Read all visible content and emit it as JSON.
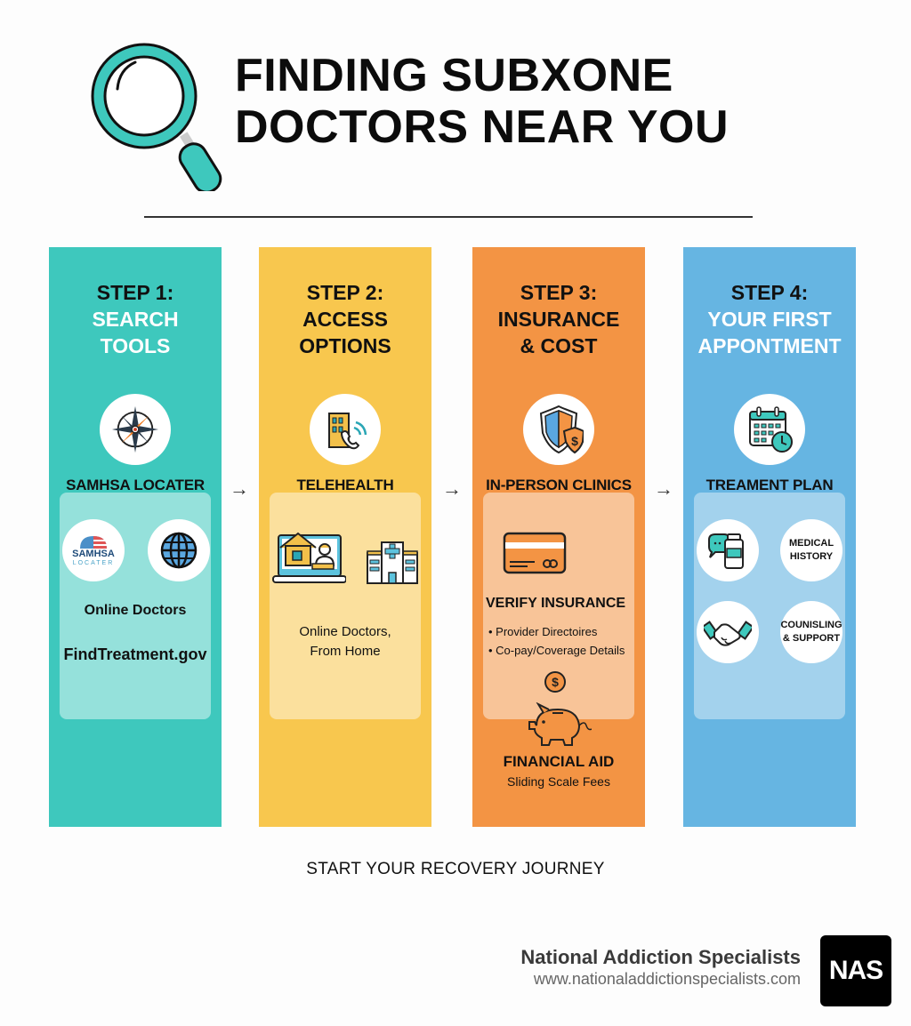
{
  "header": {
    "title_line1": "FINDING SUBXONE",
    "title_line2": "DOCTORS NEAR YOU",
    "icon": "magnifying-glass-icon"
  },
  "colors": {
    "step1": "#3ec8bd",
    "step2": "#f8c74e",
    "step3": "#f39444",
    "step4": "#66b5e2",
    "magnifier": "#3ec8bd"
  },
  "steps": [
    {
      "number": "STEP 1:",
      "title_line1": "SEARCH",
      "title_line2": "TOOLS",
      "icon": "compass-icon",
      "section_label": "SAMHSA LOCATER",
      "badges": [
        {
          "icon": "samhsa-logo-icon",
          "line1": "SAMHSA",
          "line2": "LOCATER"
        },
        {
          "icon": "globe-icon"
        }
      ],
      "items": [
        "Online Doctors",
        "FindTreatment.gov"
      ]
    },
    {
      "number": "STEP 2:",
      "title_line1": "ACCESS",
      "title_line2": "OPTIONS",
      "icon": "building-phone-icon",
      "section_label": "TELEHEALTH",
      "badges": [
        {
          "icon": "laptop-doctor-home-icon"
        },
        {
          "icon": "hospital-icon"
        }
      ],
      "items": [
        "Online Doctors,",
        "From Home"
      ]
    },
    {
      "number": "STEP 3:",
      "title_line1": "INSURANCE",
      "title_line2": "& COST",
      "icon": "shield-dollar-icon",
      "section_label": "IN-PERSON CLINICS",
      "card_icon": "credit-card-icon",
      "subheading": "VERIFY INSURANCE",
      "bullets": [
        "Provider Directoires",
        "Co-pay/Coverage Details"
      ],
      "aid_icons": [
        "dollar-coin-icon",
        "piggy-bank-icon"
      ],
      "aid_title": "FINANCIAL AID",
      "aid_sub": "Sliding Scale Fees"
    },
    {
      "number": "STEP 4:",
      "title_line1": "YOUR FIRST",
      "title_line2": "APPONTMENT",
      "icon": "calendar-clock-icon",
      "section_label": "TREAMENT PLAN",
      "badges": [
        {
          "icon": "chat-medicine-icon"
        },
        {
          "line1": "MEDICAL",
          "line2": "HISTORY"
        },
        {
          "icon": "handshake-icon"
        },
        {
          "line1": "COUNISLING",
          "line2": "& SUPPORT"
        }
      ]
    }
  ],
  "arrows": [
    "→",
    "→",
    "→"
  ],
  "footer": {
    "cta": "START YOUR RECOVERY JOURNEY",
    "brand_name": "National Addiction Specialists",
    "brand_url": "www.nationaladdictionspecialists.com",
    "logo_text": "NAS"
  }
}
